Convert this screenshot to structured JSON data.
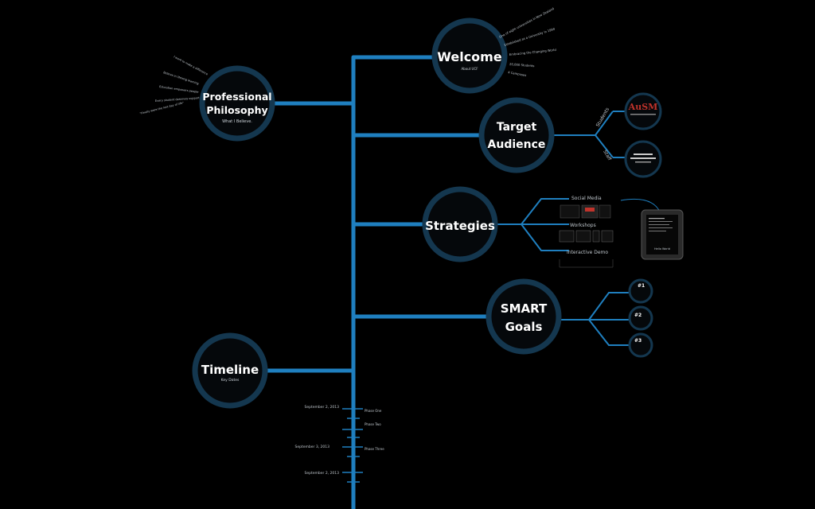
{
  "colors": {
    "background": "#000000",
    "line": "#1f7fbf",
    "ring": "#14374f",
    "ring_fill": "#05080b"
  },
  "nodes": {
    "welcome": {
      "title": "Welcome",
      "subtitle": "About UCF"
    },
    "philosophy": {
      "title_line1": "Professional",
      "title_line2": "Philosophy",
      "subtitle": "What I Believe."
    },
    "target": {
      "title_line1": "Target",
      "title_line2": "Audience"
    },
    "strategies": {
      "title": "Strategies"
    },
    "smart": {
      "title_line1": "SMART",
      "title_line2": "Goals"
    },
    "timeline": {
      "title": "Timeline",
      "subtitle": "Key Dates"
    }
  },
  "target_branches": {
    "students": "Students",
    "staff": "Staff",
    "ausm": "AuSM"
  },
  "strategy_branches": {
    "social_media": "Social Media",
    "workshops": "Workshops",
    "interactive_demo": "Interactive Demo",
    "device_caption": "Hello World"
  },
  "smart_goals": [
    "#1",
    "#2",
    "#3"
  ],
  "timeline_dates": [
    "September 2, 2013",
    "September 3, 2013",
    "September 2, 2013"
  ],
  "timeline_phases": [
    "Phase One",
    "Phase Two",
    "Phase Three"
  ],
  "welcome_notes": [
    "One of eight universities in New Zealand",
    "Established as a University in 1990",
    "Embracing the Changing World",
    "20,000 Students",
    "4 Campuses"
  ],
  "philosophy_notes": [
    "I want to make a difference",
    "Believe in lifelong learning",
    "Education empowers people",
    "Every student deserves support",
    "\"Finally were the last day of life\""
  ]
}
